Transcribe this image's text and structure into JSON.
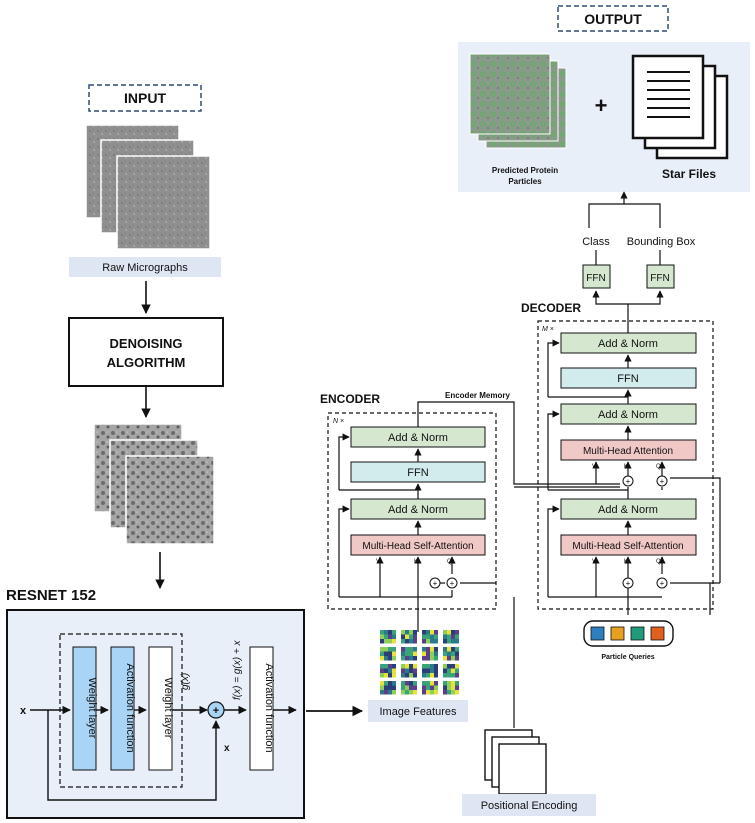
{
  "output": {
    "tag": "OUTPUT",
    "predicted_label_line1": "Predicted Protein",
    "predicted_label_line2": "Particles",
    "plus": "+",
    "star_label": "Star Files"
  },
  "input": {
    "tag": "INPUT",
    "raw_label": "Raw Micrographs",
    "denoise_line1": "DENOISING",
    "denoise_line2": "ALGORITHM"
  },
  "resnet": {
    "title": "RESNET 152",
    "x": "x",
    "x_skip": "x",
    "weight_layer_1": "Weight layer",
    "activation_1": "Activation function",
    "weight_layer_2": "Weight layer",
    "gx": "g(x)",
    "fx": "f(x) = g(x) + x",
    "activation_2": "Activation function",
    "plus": "+"
  },
  "features": {
    "image_features": "Image Features",
    "positional_encoding": "Positional Encoding"
  },
  "encoder": {
    "title": "ENCODER",
    "memory": "Encoder Memory",
    "nx": "N ×",
    "add_norm_top": "Add & Norm",
    "ffn": "FFN",
    "add_norm_bottom": "Add & Norm",
    "attention": "Multi-Head  Self-Attention",
    "v": "V",
    "k": "K",
    "q": "Q"
  },
  "decoder": {
    "title": "DECODER",
    "mx": "M ×",
    "add_norm_1": "Add & Norm",
    "ffn": "FFN",
    "add_norm_2": "Add & Norm",
    "cross_attention": "Multi-Head  Attention",
    "add_norm_3": "Add & Norm",
    "self_attention": "Multi-Head  Self-Attention",
    "v": "V",
    "k": "K",
    "q": "Q",
    "v2": "V",
    "k2": "K",
    "q2": "Q",
    "ffn_class": "FFN",
    "ffn_box": "FFN",
    "class_label": "Class",
    "box_label": "Bounding Box",
    "particle_queries": "Particle Queries"
  },
  "colors": {
    "green_fill": "#d5e8cf",
    "teal_fill": "#d2eced",
    "red_fill": "#f0c8c6",
    "blue_layer": "#a9d4f5",
    "panel_bg": "#e9eff8",
    "tag_border": "#2f4d79",
    "query_colors": [
      "#2f7fc0",
      "#e8a020",
      "#1f9a7a",
      "#e0601d"
    ]
  }
}
